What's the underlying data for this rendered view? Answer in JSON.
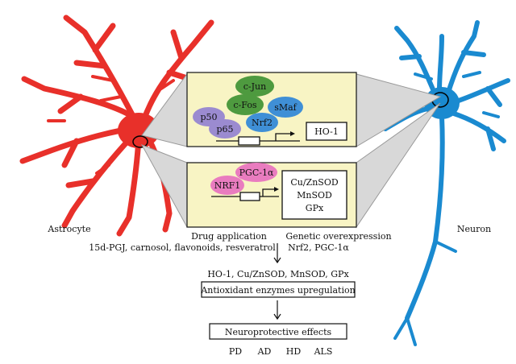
{
  "cells": {
    "astrocyte_label": "Astrocyte",
    "neuron_label": "Neuron",
    "astrocyte_color": "#e8302a",
    "neuron_color": "#1a8ad0"
  },
  "upper_box": {
    "factors": [
      "c-Jun",
      "c-Fos",
      "sMaf",
      "p50",
      "p65",
      "Nrf2"
    ],
    "gene": "HO-1"
  },
  "lower_box": {
    "factors": [
      "PGC-1α",
      "NRF1"
    ],
    "genes": [
      "Cu/ZnSOD",
      "MnSOD",
      "GPx"
    ]
  },
  "drug": {
    "title": "Drug application",
    "items": "15d-PGJ, carnosol, flavonoids, resveratrol"
  },
  "genetic": {
    "title": "Genetic overexpression",
    "items": "Nrf2, PGC-1α"
  },
  "flow": {
    "enzymes": "HO-1, Cu/ZnSOD, MnSOD, GPx",
    "upregulation": "Antioxidant enzymes upregulation",
    "effects": "Neuroprotective effects",
    "diseases": [
      "PD",
      "AD",
      "HD",
      "ALS"
    ]
  }
}
